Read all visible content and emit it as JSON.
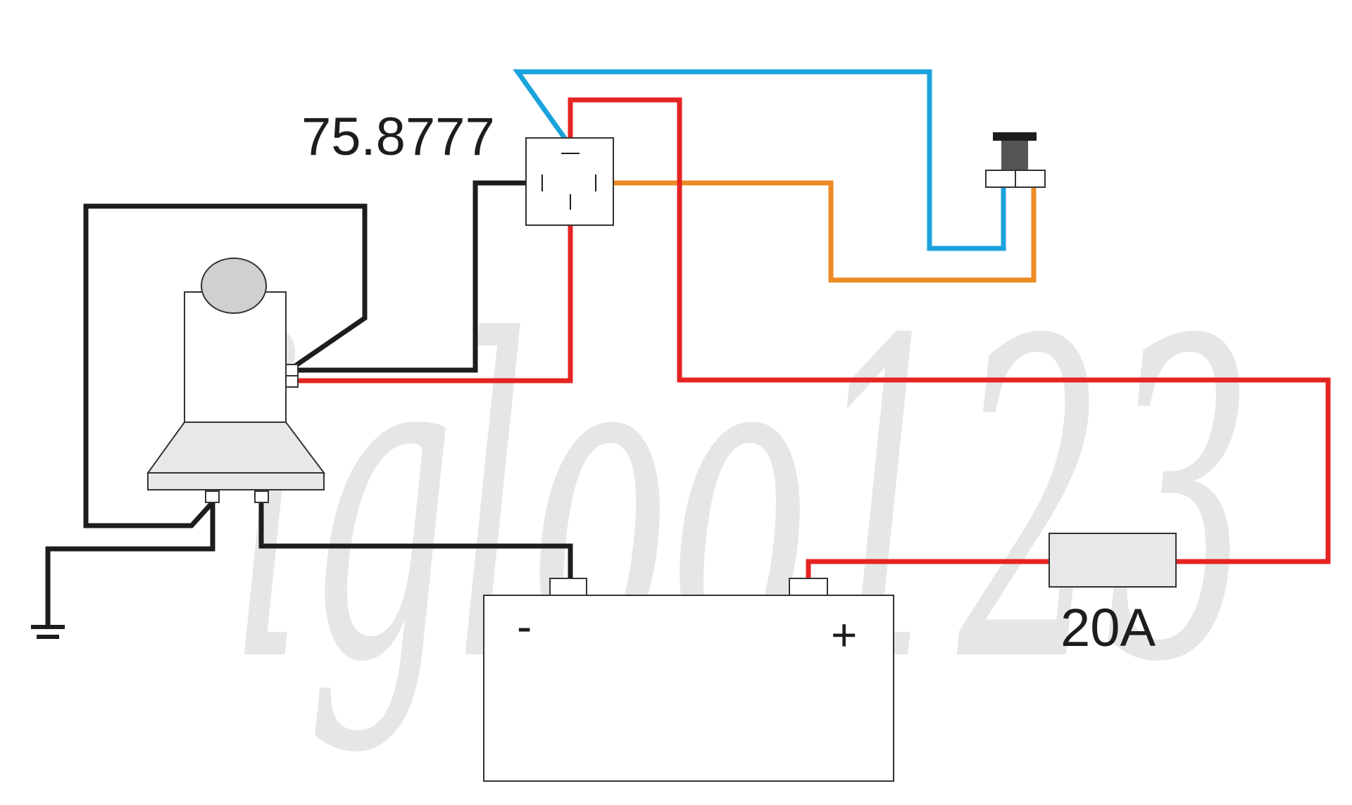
{
  "relay": {
    "label": "75.8777"
  },
  "fuse": {
    "label": "20A"
  },
  "battery": {
    "minus_label": "-",
    "plus_label": "+"
  },
  "watermark": {
    "text": "igloo123"
  },
  "colors": {
    "red": "#e52421",
    "blue": "#1aa2dd",
    "orange": "#ee8a24",
    "black": "#1d1d1b",
    "light_gray": "#e8e8e8",
    "knob_gray": "#d0d0d0"
  }
}
